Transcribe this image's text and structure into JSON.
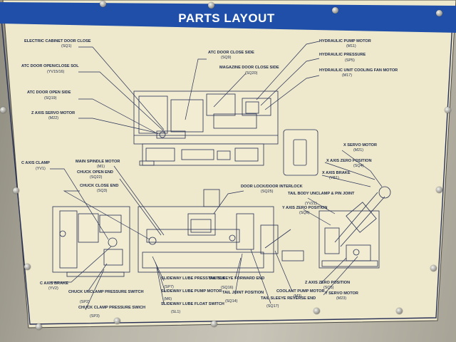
{
  "title": "PARTS LAYOUT",
  "colors": {
    "banner": "#1f4fa8",
    "board": "#efe9cf",
    "ink": "#1d2a4a"
  },
  "callouts": [
    {
      "id": "electric-cabinet-door-close",
      "text": "ELECTRIC CABINET DOOR CLOSE",
      "code": "(SQ1)"
    },
    {
      "id": "atc-door-open-close-sol",
      "text": "ATC DOOR OPEN/CLOSE SOL",
      "code": "(YV15/16)"
    },
    {
      "id": "atc-door-open-side",
      "text": "ATC DOOR OPEN SIDE",
      "code": "(SQ19)"
    },
    {
      "id": "z-axis-servo-motor",
      "text": "Z AXIS SERVO MOTOR",
      "code": "(M22)"
    },
    {
      "id": "atc-door-close-side",
      "text": "ATC DOOR CLOSE SIDE",
      "code": "(SQ9)"
    },
    {
      "id": "magazine-door-close-side",
      "text": "MAGAZINE DOOR CLOSE SIDE",
      "code": "(SQ20)"
    },
    {
      "id": "hydraulic-pump-motor",
      "text": "HYDRAULIC PUMP MOTOR",
      "code": "(M11)"
    },
    {
      "id": "hydraulic-pressure",
      "text": "HYDRAULIC PRESSURE",
      "code": "(SP5)"
    },
    {
      "id": "hydraulic-unit-cooling-fan-motor",
      "text": "HYDRAULIC UNIT COOLING FAN MOTOR",
      "code": "(M17)"
    },
    {
      "id": "c-axis-clamp",
      "text": "C AXIS CLAMP",
      "code": "(YV1)"
    },
    {
      "id": "main-spindle-motor",
      "text": "MAIN SPINDLE MOTOR",
      "code": "(M1)"
    },
    {
      "id": "chuck-open-end",
      "text": "CHUCK OPEN END",
      "code": "(SQ22)"
    },
    {
      "id": "chuck-close-end",
      "text": "CHUCK CLOSE END",
      "code": "(SQ3)"
    },
    {
      "id": "door-lock-door-interlock",
      "text": "DOOR LOCK/DOOR INTERLOCK",
      "code": "(SQ25)"
    },
    {
      "id": "x-servo-motor",
      "text": "X SERVO MOTOR",
      "code": "(M21)"
    },
    {
      "id": "x-axis-zero-position",
      "text": "X AXIS ZERO POSITION",
      "code": "(SQ4)"
    },
    {
      "id": "x-axis-brake",
      "text": "X AXIS BRAKE",
      "code": "(YB1)"
    },
    {
      "id": "tail-body-unclamp-pin-joint",
      "text": "TAIL BODY UNCLAMP & PIN JOINT",
      "code": "(YV21)"
    },
    {
      "id": "y-axis-zero-position",
      "text": "Y AXIS ZERO POSITION",
      "code": "(SQ6)"
    },
    {
      "id": "c-axis-brake",
      "text": "C AXIS BRAKE",
      "code": "(YV2)"
    },
    {
      "id": "chuck-unclamp-pressure-switch",
      "text": "CHUCK UNCLAMP PRESSURE SWITCH",
      "code": "(SP2)"
    },
    {
      "id": "chuck-clamp-pressure-swich",
      "text": "CHUCK CLAMP PRESSURE SWICH",
      "code": "(SP3)"
    },
    {
      "id": "slideway-lube-press-switch",
      "text": "SLIDEWAY LUBE PRESS SWITCH",
      "code": "(SP7)"
    },
    {
      "id": "slideway-lube-pump-motor",
      "text": "SLIDEWAY LUBE PUMP MOTOR",
      "code": "(M6)"
    },
    {
      "id": "slideway-lube-float-switch",
      "text": "SLIDEWAY LUBE FLOAT SWITCH",
      "code": "(SL1)"
    },
    {
      "id": "tail-sleeve-forward-end",
      "text": "TAIL SLEEYE FORWARD END",
      "code": "(SQ16)"
    },
    {
      "id": "tail-joint-position",
      "text": "TAIL JOINT POSITION",
      "code": "(SQ14)"
    },
    {
      "id": "tail-sleeve-reverse-end",
      "text": "TAIL SLEEYE REVERSE END",
      "code": "(SQ17)"
    },
    {
      "id": "coolant-pump-motor",
      "text": "COOLANT PUMP MOTOR",
      "code": "(M3)"
    },
    {
      "id": "z-axis-zero-position",
      "text": "Z AXIS ZERO POSITION",
      "code": "(SQ5)"
    },
    {
      "id": "y-servo-motor",
      "text": "Y SERVO MOTOR",
      "code": "(M23)"
    }
  ]
}
